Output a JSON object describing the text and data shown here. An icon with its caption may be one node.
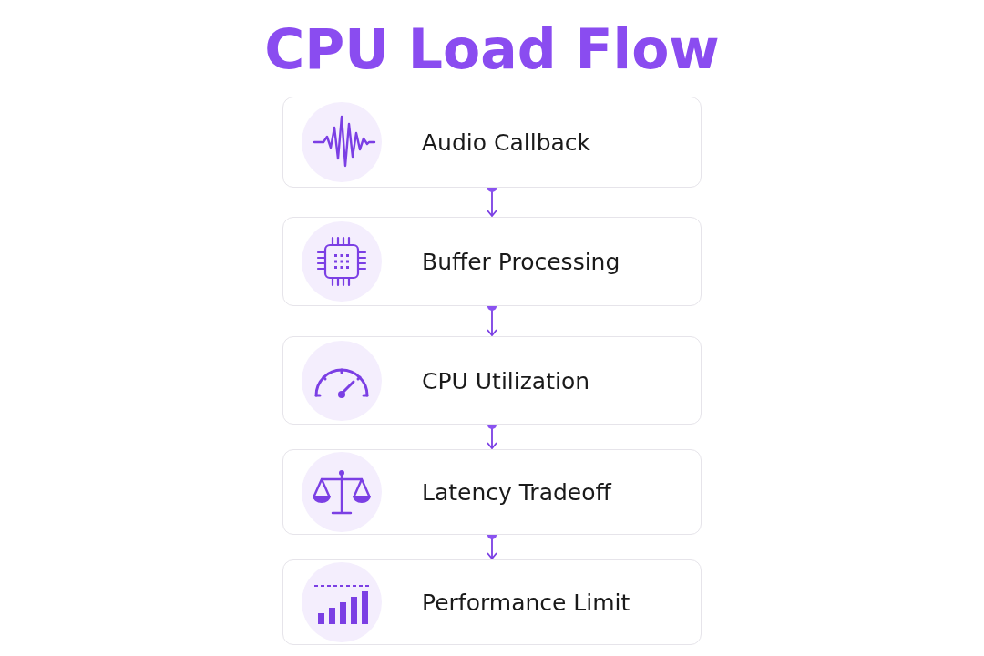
{
  "diagram": {
    "title": "CPU Load Flow",
    "nodes": [
      {
        "text": [
          "Audio Callback"
        ]
      },
      {
        "text": [
          "Buffer Processing"
        ]
      },
      {
        "text": [
          "CPU Utilization"
        ]
      },
      {
        "text": [
          "Latency Tradeoff"
        ]
      },
      {
        "text": [
          "Performance Limit"
        ]
      }
    ],
    "edges": [
      {
        "from": 0,
        "to": 1,
        "arrow": "to"
      },
      {
        "from": 1,
        "to": 2,
        "arrow": "to"
      },
      {
        "from": 2,
        "to": 3,
        "arrow": "to"
      },
      {
        "from": 3,
        "to": 4,
        "arrow": "to"
      }
    ]
  }
}
